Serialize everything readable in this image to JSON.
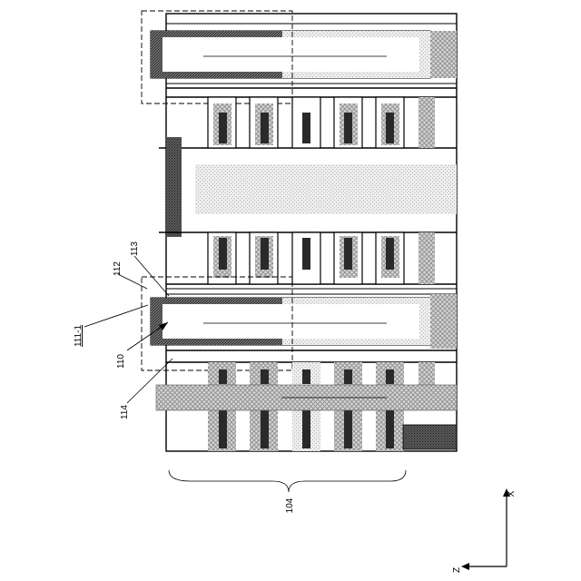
{
  "labels": {
    "ref_104": "104",
    "ref_110": "110",
    "ref_111_1": "111-1",
    "ref_112": "112",
    "ref_113": "113",
    "ref_114": "114"
  },
  "axes": {
    "x_label": "X",
    "z_label": "Z"
  }
}
